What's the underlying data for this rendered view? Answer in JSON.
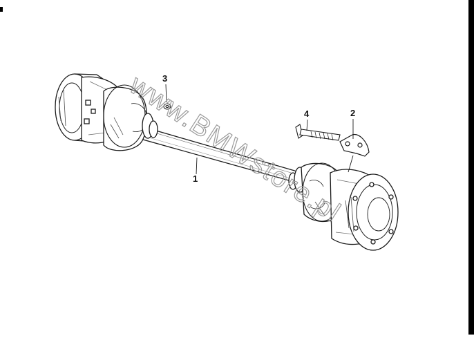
{
  "diagram": {
    "callouts": {
      "p1": "1",
      "p2": "2",
      "p3": "3",
      "p4": "4"
    },
    "watermark": "www.BMWstore.pl"
  },
  "colors": {
    "line": "#1a1a1a",
    "shade": "#4a4a4a",
    "watermark": "#9a9a9a"
  }
}
